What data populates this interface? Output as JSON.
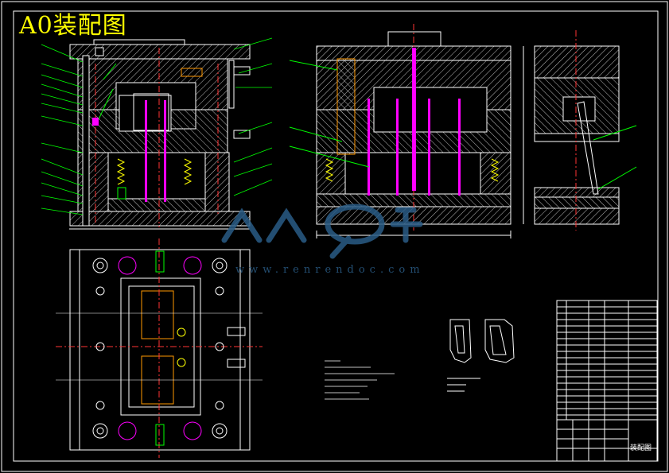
{
  "title": "A0装配图",
  "watermark": {
    "brand": "人人文库",
    "url": "www.renrendoc.com"
  },
  "title_block": {
    "drawing_name": "装配图"
  },
  "colors": {
    "background": "#000000",
    "line": "#ffffff",
    "hatch": "#c8c8c8",
    "title": "#ffff00",
    "leader": "#00ff00",
    "centerline": "#ff3333",
    "accent": "#ff00ff",
    "spring": "#ffff00",
    "watermark": "#2a5c86"
  }
}
